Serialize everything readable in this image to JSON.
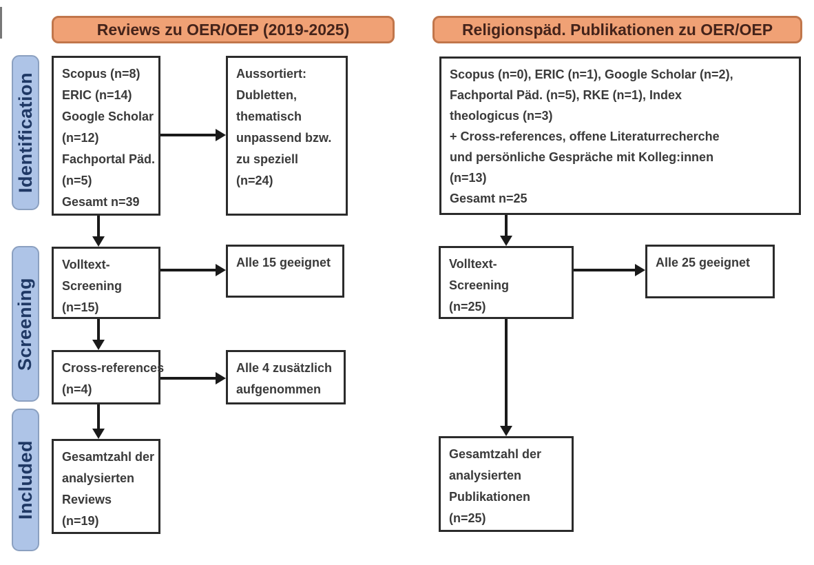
{
  "headers": {
    "left": "Reviews zu OER/OEP (2019-2025)",
    "right": "Religionspäd. Publikationen zu OER/OEP"
  },
  "stages": {
    "identification": "Identification",
    "screening": "Screening",
    "included": "Included"
  },
  "left_flow": {
    "sources": "Scopus (n=8)\nERIC (n=14)\nGoogle Scholar\n(n=12)\nFachportal Päd.\n(n=5)\nGesamt n=39",
    "excluded": "Aussortiert:\nDubletten,\nthematisch\nunpassend bzw.\nzu speziell\n(n=24)",
    "fulltext": "Volltext-\nScreening\n(n=15)",
    "fulltext_result": "Alle 15 geeignet",
    "crossref": "Cross-references\n(n=4)",
    "crossref_result": "Alle 4 zusätzlich\naufgenommen",
    "included": "Gesamtzahl der\nanalysierten\nReviews\n(n=19)"
  },
  "right_flow": {
    "sources": "Scopus (n=0), ERIC (n=1), Google Scholar (n=2),\nFachportal Päd. (n=5), RKE (n=1), Index\ntheologicus (n=3)\n+ Cross-references, offene Literaturrecherche\nund persönliche Gespräche mit Kolleg:innen\n(n=13)\nGesamt n=25",
    "fulltext": "Volltext-\nScreening\n(n=25)",
    "fulltext_result": "Alle 25 geeignet",
    "included": "Gesamtzahl der\nanalysierten\nPublikationen\n(n=25)"
  },
  "colors": {
    "header_fill": "#F0A175",
    "header_border": "#C1764B",
    "header_text": "#44231A",
    "stage_fill": "#AEC4E7",
    "stage_border": "#8BA0C0",
    "stage_text": "#1F3864",
    "box_bg": "#FFFFFF",
    "box_border": "#2B2B2B",
    "box_text": "#3A3A3A",
    "arrow": "#1A1A1A",
    "background": "#FFFFFF"
  }
}
